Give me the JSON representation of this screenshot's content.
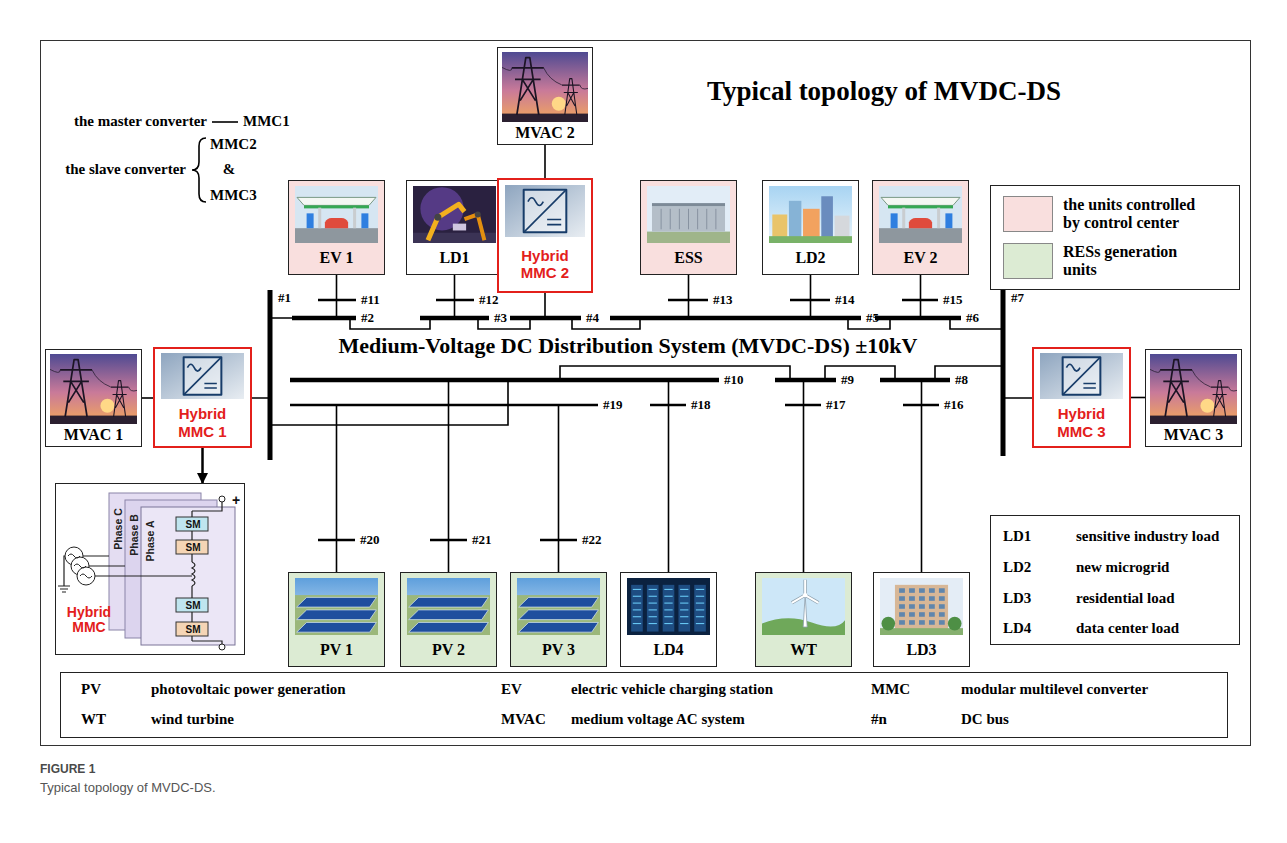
{
  "diagram": {
    "title": "Typical topology of MVDC-DS",
    "caption": "Typical topology of MVDC-DS.",
    "nodes": [
      {
        "text": [
          "MVAC 2"
        ]
      },
      {
        "text": [
          "EV 1"
        ]
      },
      {
        "text": [
          "LD1"
        ]
      },
      {
        "text": [
          "Hybrid MMC 2"
        ]
      },
      {
        "text": [
          "ESS"
        ]
      },
      {
        "text": [
          "LD2"
        ]
      },
      {
        "text": [
          "EV 2"
        ]
      },
      {
        "text": [
          "MVAC 1"
        ]
      },
      {
        "text": [
          "Hybrid MMC 1"
        ]
      },
      {
        "text": [
          "Hybrid MMC 3"
        ]
      },
      {
        "text": [
          "MVAC 3"
        ]
      },
      {
        "text": [
          "Phase C",
          "Phase B",
          "Phase A",
          "SM",
          "SM",
          "SM",
          "SM",
          "+",
          "Hybrid MMC"
        ]
      },
      {
        "text": [
          "PV 1"
        ]
      },
      {
        "text": [
          "PV 2"
        ]
      },
      {
        "text": [
          "PV 3"
        ]
      },
      {
        "text": [
          "LD4"
        ]
      },
      {
        "text": [
          "WT"
        ]
      },
      {
        "text": [
          "LD3"
        ]
      },
      {
        "text": [
          "LD1",
          "sensitive industry load",
          "LD2",
          "new microgrid",
          "LD3",
          "residential load",
          "LD4",
          "data center load"
        ]
      },
      {
        "text": [
          "PV",
          "photovoltaic power generation",
          "EV",
          "electric vehicle charging station",
          "MMC",
          "modular multilevel converter",
          "WT",
          "wind turbine",
          "MVAC",
          "medium voltage AC system",
          "#n",
          "DC bus"
        ]
      }
    ],
    "edges": [
      {
        "from": 0,
        "to": 3,
        "arrow": "none"
      },
      {
        "from": 7,
        "to": 8,
        "arrow": "none"
      },
      {
        "from": 9,
        "to": 10,
        "arrow": "none"
      },
      {
        "from": 8,
        "to": 11,
        "arrow": "to"
      }
    ],
    "labels": [
      "the master converter",
      "MMC1",
      "the slave converter",
      "MMC2",
      "&",
      "MMC3",
      "Medium-Voltage DC Distribution System (MVDC-DS) ±10kV",
      "#1",
      "#2",
      "#3",
      "#4",
      "#5",
      "#6",
      "#7",
      "#8",
      "#9",
      "#10",
      "#11",
      "#12",
      "#13",
      "#14",
      "#15",
      "#16",
      "#17",
      "#18",
      "#19",
      "#20",
      "#21",
      "#22",
      "FIGURE 1"
    ],
    "legend": [
      {
        "text": "the units controlled by control center",
        "color": "#f9dfde"
      },
      {
        "text": "RESs generation units",
        "color": "#dcebd3"
      }
    ]
  }
}
